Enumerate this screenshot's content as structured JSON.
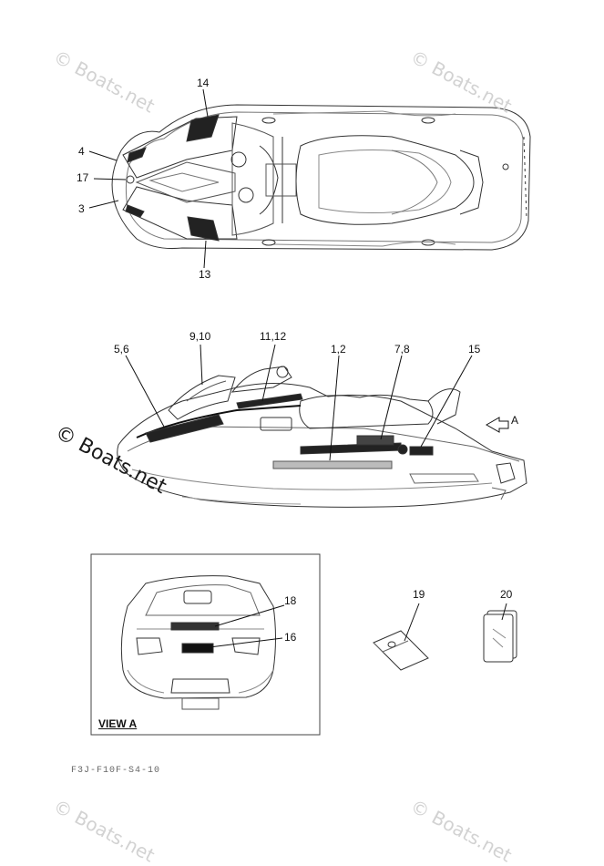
{
  "watermark": {
    "text": "© Boats.net",
    "main_text": "© Boats.net"
  },
  "diagram": {
    "callouts_top": [
      "14",
      "4",
      "17",
      "3",
      "13"
    ],
    "callouts_side": [
      "9,10",
      "11,12",
      "5,6",
      "1,2",
      "7,8",
      "15",
      "A"
    ],
    "callouts_view": [
      "18",
      "16"
    ],
    "callouts_loose": [
      "19",
      "20"
    ],
    "view_label": "VIEW A",
    "part_code": "F3J-F10F-S4-10"
  }
}
